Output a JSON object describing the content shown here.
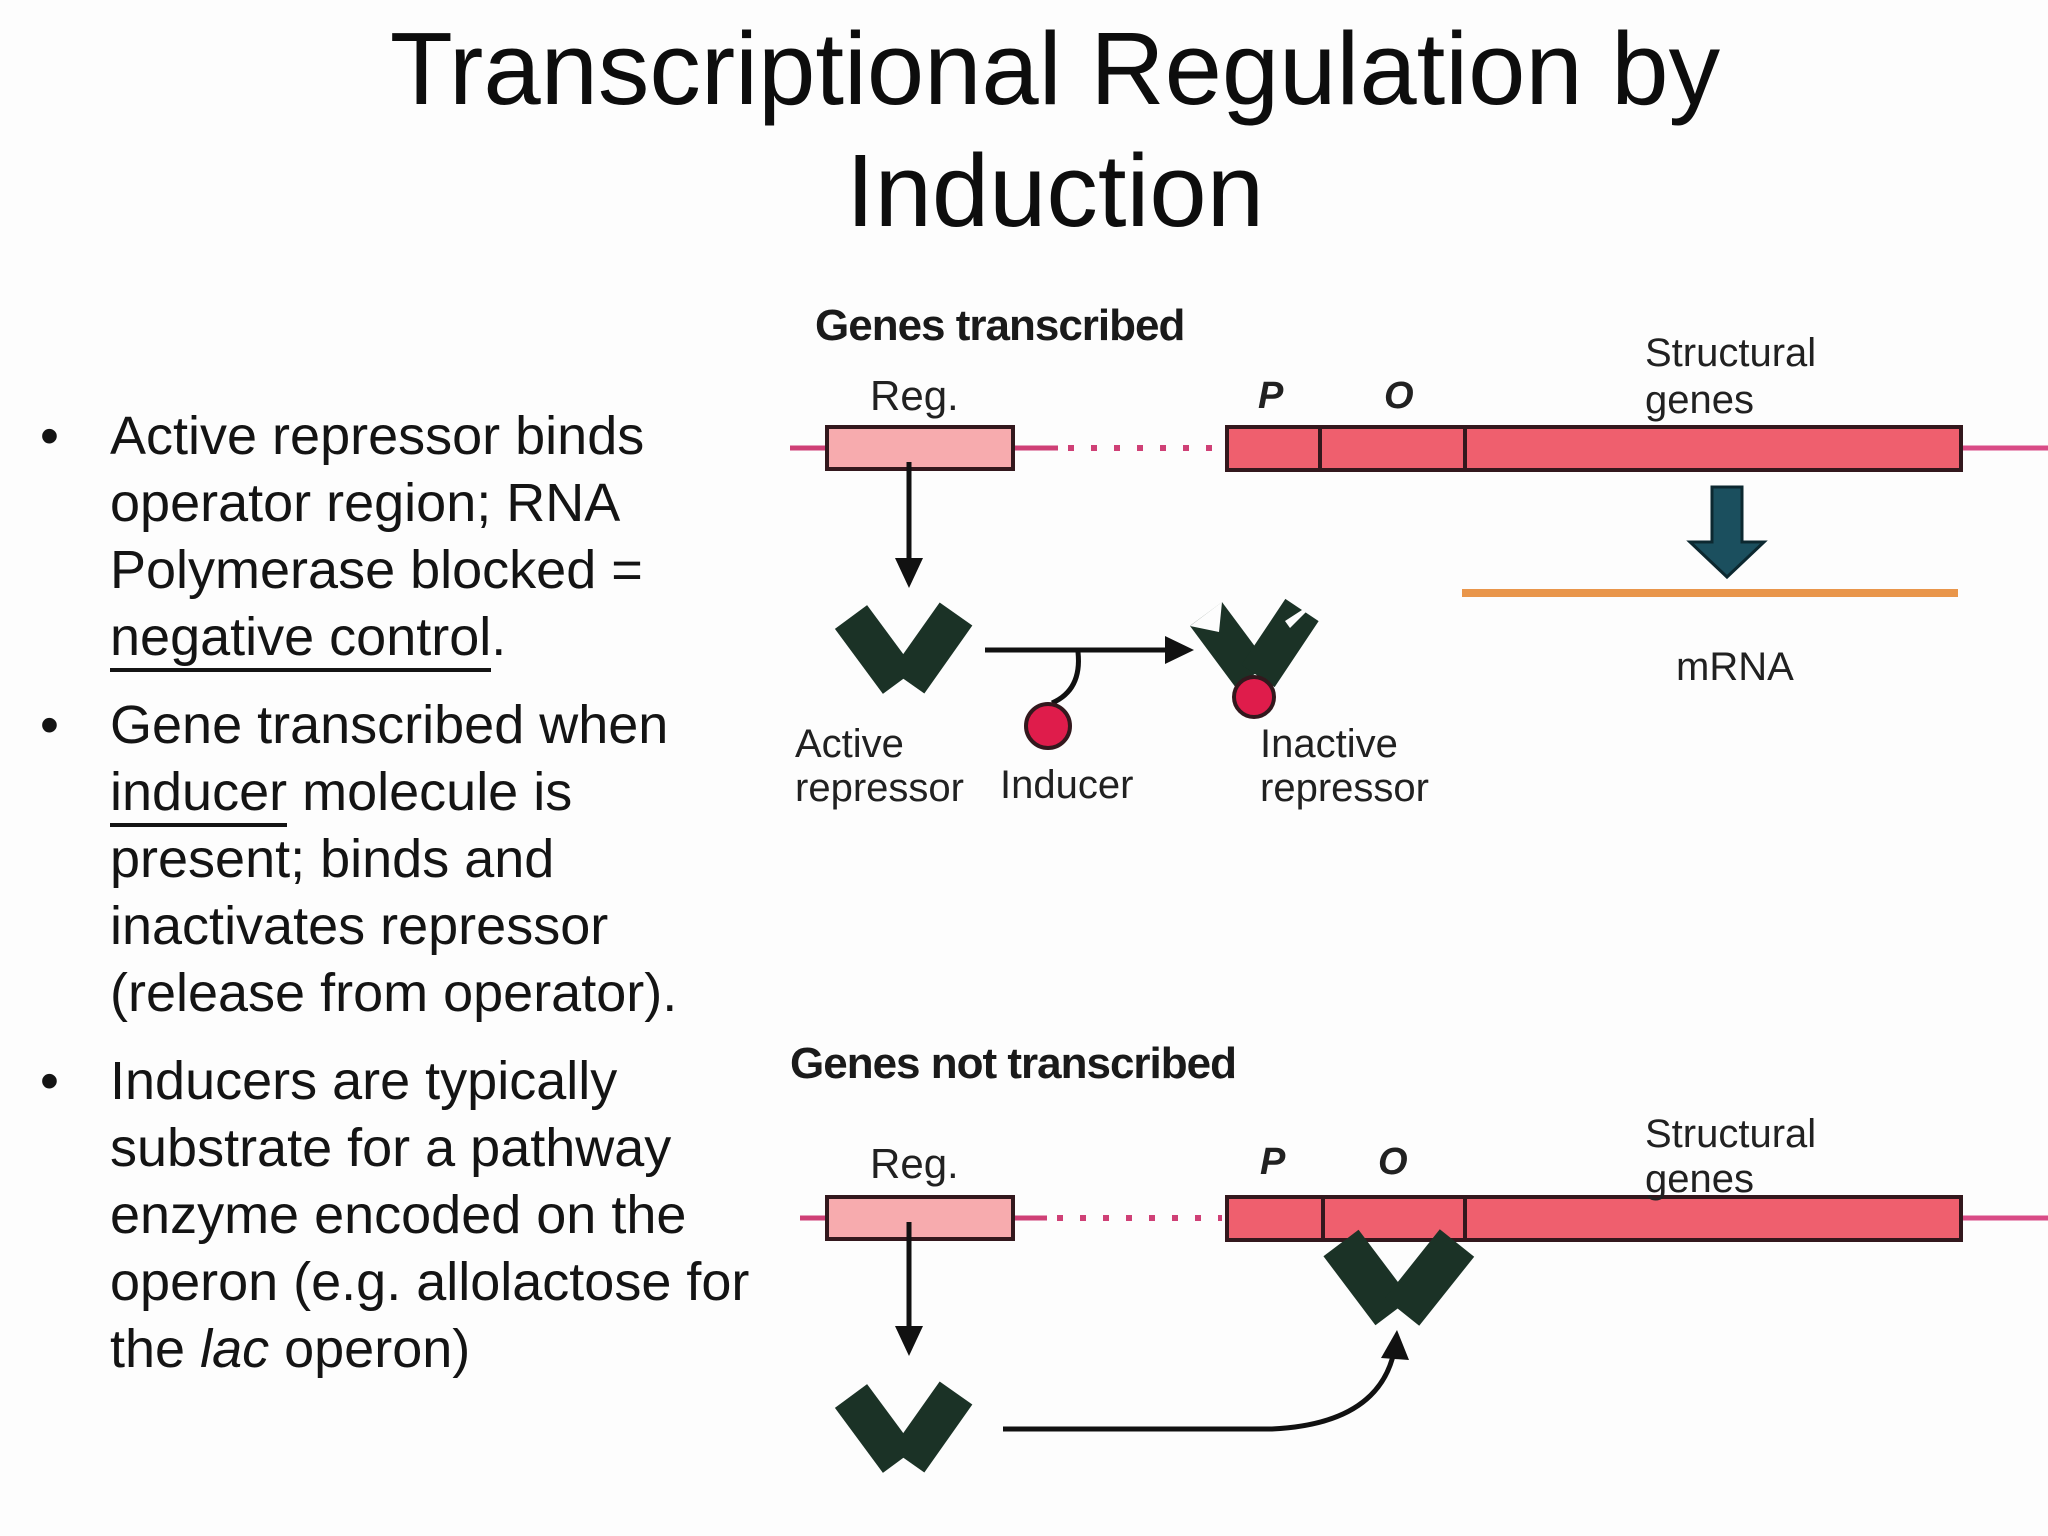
{
  "bullet_char": "•",
  "title": {
    "line1": "Transcriptional Regulation by",
    "line2": "Induction"
  },
  "bullets": [
    {
      "lines": [
        [
          {
            "t": "Active repressor binds"
          }
        ],
        [
          {
            "t": "operator region; RNA"
          }
        ],
        [
          {
            "t": "Polymerase blocked ="
          }
        ],
        [
          {
            "t": "negative control",
            "u": true
          },
          {
            "t": "."
          }
        ]
      ]
    },
    {
      "lines": [
        [
          {
            "t": "Gene transcribed when"
          }
        ],
        [
          {
            "t": "inducer",
            "u": true
          },
          {
            "t": " molecule is"
          }
        ],
        [
          {
            "t": "present; binds and"
          }
        ],
        [
          {
            "t": "inactivates repressor"
          }
        ],
        [
          {
            "t": "(release from operator)."
          }
        ]
      ]
    },
    {
      "lines": [
        [
          {
            "t": "Inducers are typically"
          }
        ],
        [
          {
            "t": "substrate for a pathway"
          }
        ],
        [
          {
            "t": "enzyme encoded on the"
          }
        ],
        [
          {
            "t": "operon (e.g. allolactose for"
          }
        ],
        [
          {
            "t": "the "
          },
          {
            "t": "lac",
            "i": true
          },
          {
            "t": " operon)"
          }
        ]
      ]
    }
  ],
  "diagram_top": {
    "header": "Genes transcribed",
    "reg": "Reg.",
    "p": "P",
    "o": "O",
    "structural1": "Structural",
    "structural2": "genes",
    "mrna": "mRNA",
    "active1": "Active",
    "active2": "repressor",
    "inducer": "Inducer",
    "inactive1": "Inactive",
    "inactive2": "repressor"
  },
  "diagram_bottom": {
    "header": "Genes not transcribed",
    "reg": "Reg.",
    "p": "P",
    "o": "O",
    "structural1": "Structural",
    "structural2": "genes"
  },
  "colors": {
    "gene_bar": "#ef5f6e",
    "reg_box": "#f7abae",
    "box_border": "#33181d",
    "dna_line": "#cf4076",
    "dna_line_right": "#d94b86",
    "mrna_line": "#e9964b",
    "repressor": "#1b3226",
    "inducer": "#df1c4b",
    "transcription_arrow": "#1b4f5e",
    "text": "#141414"
  }
}
